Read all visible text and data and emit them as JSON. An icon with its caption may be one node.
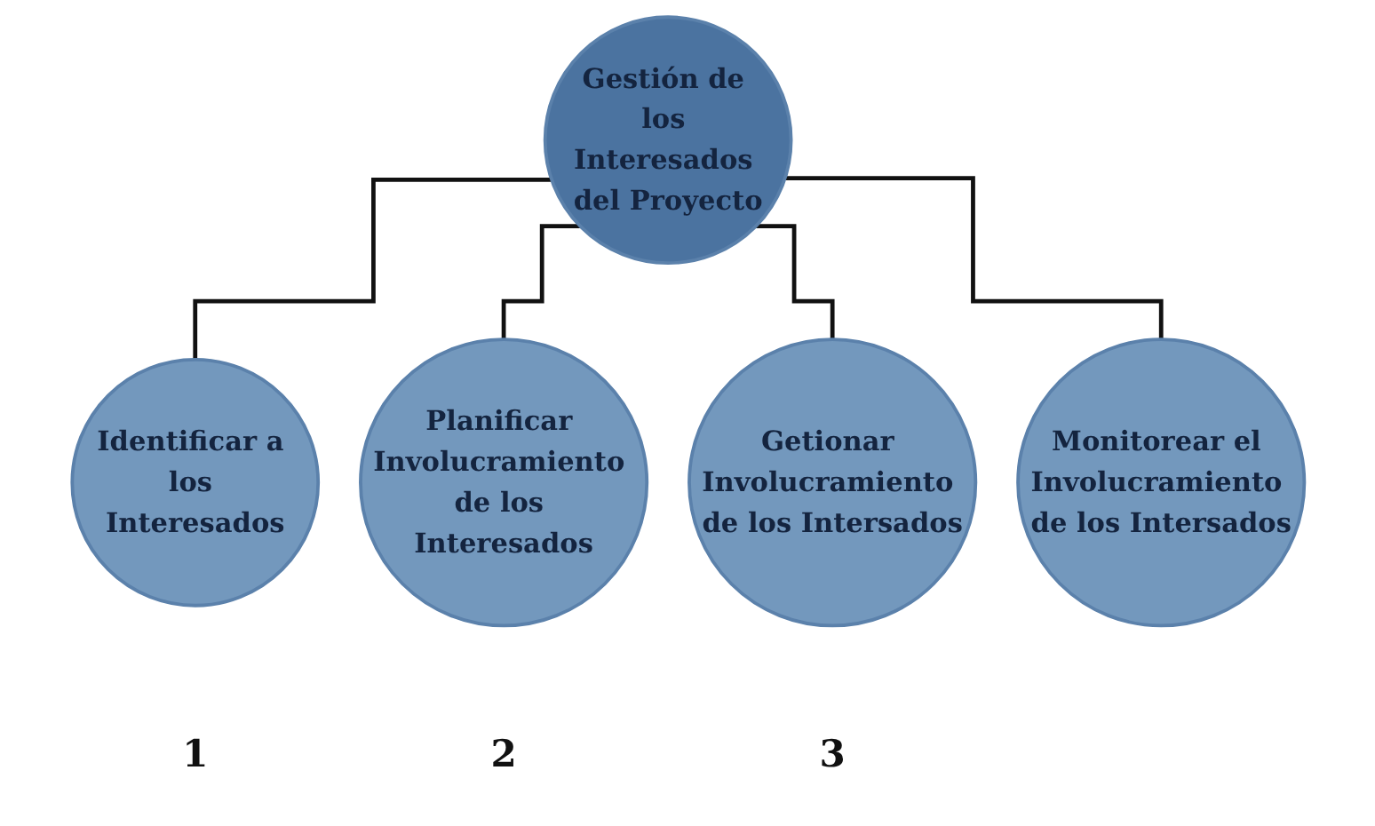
{
  "diagram": {
    "nodes": [
      {
        "text": [
          "Gestión de los Interesados del Proyecto"
        ]
      },
      {
        "text": [
          "Identificar a los Interesados"
        ],
        "beside": [
          "1"
        ]
      },
      {
        "text": [
          "Planificar Involucramiento de los Interesados"
        ],
        "beside": [
          "2"
        ]
      },
      {
        "text": [
          "Getionar Involucramiento de los Intersados"
        ],
        "beside": [
          "3"
        ]
      },
      {
        "text": [
          "Monitorear el Involucramiento de los Intersados"
        ]
      }
    ],
    "edges": [
      {
        "from": 0,
        "to": 1,
        "arrow": "none"
      },
      {
        "from": 0,
        "to": 2,
        "arrow": "none"
      },
      {
        "from": 0,
        "to": 3,
        "arrow": "none"
      },
      {
        "from": 0,
        "to": 4,
        "arrow": "none"
      }
    ]
  }
}
